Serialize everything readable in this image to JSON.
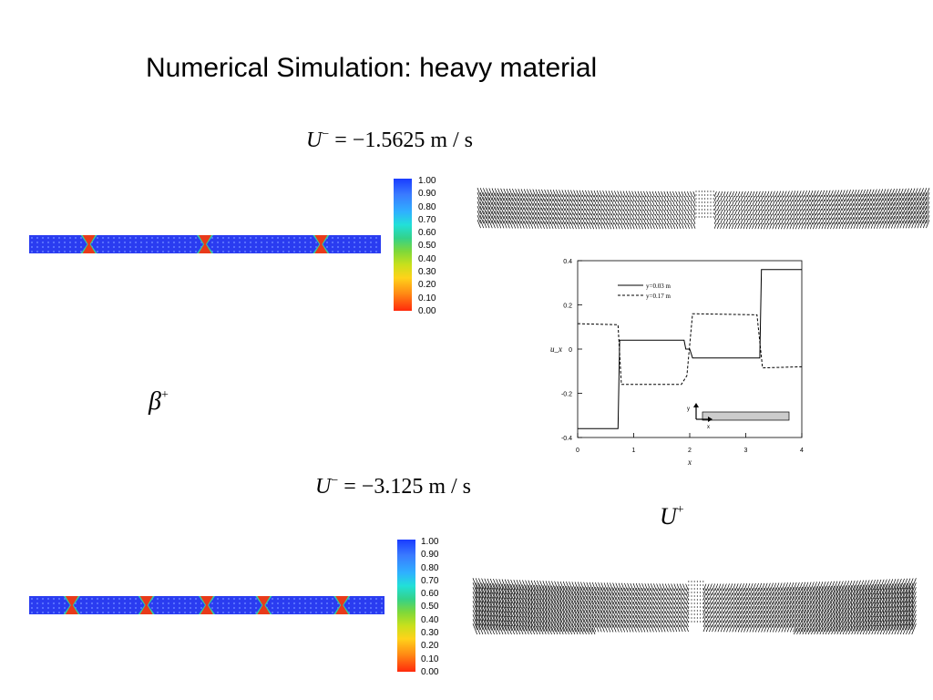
{
  "title": "Numerical Simulation: heavy material",
  "eq1": {
    "lhs": "U",
    "sup": "−",
    "rhs": " = −1.5625 m / s"
  },
  "eq2": {
    "lhs": "U",
    "sup": "−",
    "rhs": " = −3.125 m / s"
  },
  "beta_label": {
    "sym": "β",
    "sup": "+"
  },
  "uplus_label": {
    "sym": "U",
    "sup": "+"
  },
  "colorbar_labels": [
    "1.00",
    "0.90",
    "0.80",
    "0.70",
    "0.60",
    "0.50",
    "0.40",
    "0.30",
    "0.20",
    "0.10",
    "0.00"
  ],
  "colors": {
    "field_blue": "#2a3cf0",
    "interface_red": "#e83a1a",
    "interface_green": "#2ed0a0"
  },
  "strip1_interfaces": [
    0.17,
    0.5,
    0.83
  ],
  "strip2_interfaces": [
    0.12,
    0.33,
    0.5,
    0.66,
    0.88
  ],
  "chart_data": {
    "type": "line",
    "xlabel": "x",
    "ylabel": "u_x",
    "xlim": [
      0,
      4
    ],
    "ylim": [
      -0.4,
      0.4
    ],
    "xticks": [
      "0",
      "1",
      "2",
      "3",
      "4"
    ],
    "yticks": [
      "-0.4",
      "-0.2",
      "0",
      "0.2",
      "0.4"
    ],
    "legend": "top-center",
    "inset_axes": {
      "y": "y",
      "x": "x"
    },
    "series": [
      {
        "name": "y=0.03 m",
        "style": "solid",
        "x": [
          0,
          0.72,
          0.75,
          1.9,
          1.93,
          2.0,
          2.05,
          3.25,
          3.28,
          4.0
        ],
        "y": [
          -0.36,
          -0.36,
          0.04,
          0.04,
          0.0,
          0.0,
          -0.04,
          -0.04,
          0.36,
          0.36
        ]
      },
      {
        "name": "y=0.17 m",
        "style": "dashed",
        "x": [
          0,
          0.72,
          0.78,
          1.85,
          1.95,
          2.05,
          3.2,
          3.3,
          4.0
        ],
        "y": [
          0.115,
          0.11,
          -0.16,
          -0.16,
          -0.12,
          0.16,
          0.155,
          -0.085,
          -0.08
        ]
      }
    ]
  }
}
